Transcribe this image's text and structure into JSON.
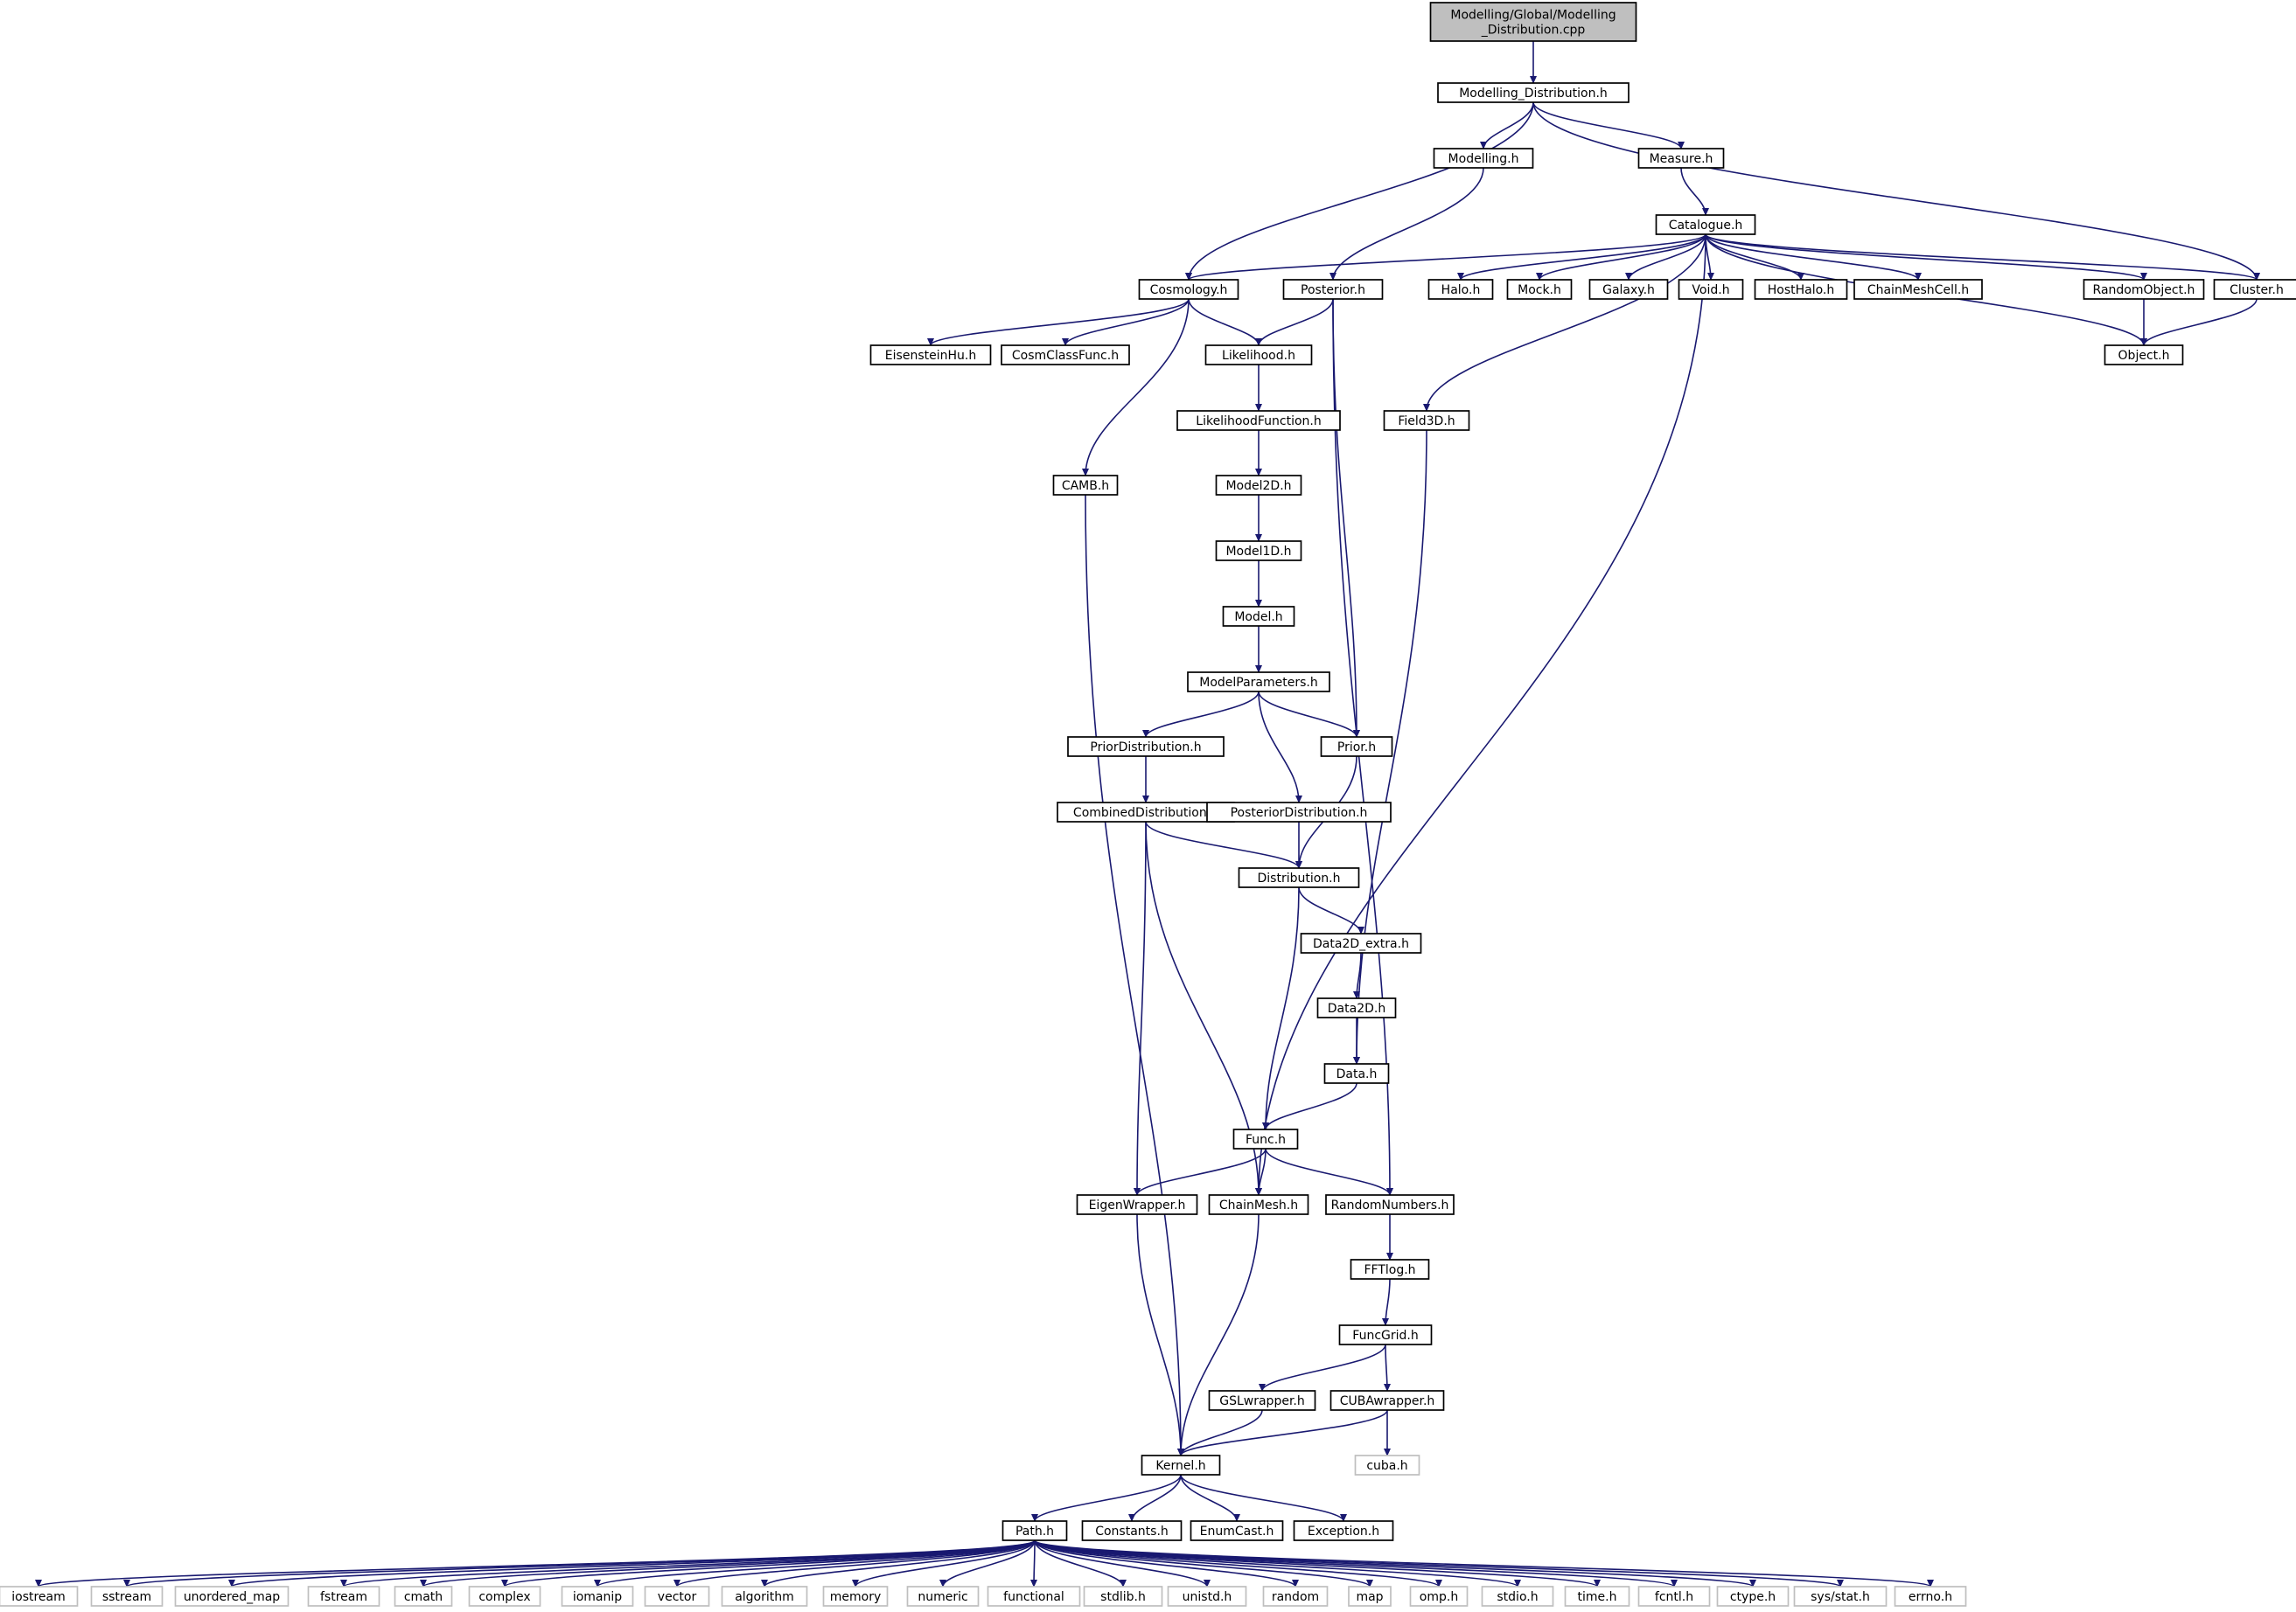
{
  "colors": {
    "edge": "#191970",
    "root_fill": "#bfbfbf",
    "node_stroke": "#000000",
    "external_stroke": "#bfbfbf"
  },
  "nodes": [
    {
      "id": "root",
      "lines": [
        "Modelling/Global/Modelling",
        "_Distribution.cpp"
      ],
      "kind": "root"
    },
    {
      "id": "modelling_distribution_h",
      "lines": [
        "Modelling_Distribution.h"
      ]
    },
    {
      "id": "modelling_h",
      "lines": [
        "Modelling.h"
      ]
    },
    {
      "id": "measure_h",
      "lines": [
        "Measure.h"
      ]
    },
    {
      "id": "catalogue_h",
      "lines": [
        "Catalogue.h"
      ]
    },
    {
      "id": "cosmology_h",
      "lines": [
        "Cosmology.h"
      ]
    },
    {
      "id": "posterior_h",
      "lines": [
        "Posterior.h"
      ]
    },
    {
      "id": "halo_h",
      "lines": [
        "Halo.h"
      ]
    },
    {
      "id": "mock_h",
      "lines": [
        "Mock.h"
      ]
    },
    {
      "id": "galaxy_h",
      "lines": [
        "Galaxy.h"
      ]
    },
    {
      "id": "void_h",
      "lines": [
        "Void.h"
      ]
    },
    {
      "id": "hosthalo_h",
      "lines": [
        "HostHalo.h"
      ]
    },
    {
      "id": "chainmeshcell_h",
      "lines": [
        "ChainMeshCell.h"
      ]
    },
    {
      "id": "randomobject_h",
      "lines": [
        "RandomObject.h"
      ]
    },
    {
      "id": "cluster_h",
      "lines": [
        "Cluster.h"
      ]
    },
    {
      "id": "eisensteinhu_h",
      "lines": [
        "EisensteinHu.h"
      ]
    },
    {
      "id": "cosmclassfunc_h",
      "lines": [
        "CosmClassFunc.h"
      ]
    },
    {
      "id": "likelihood_h",
      "lines": [
        "Likelihood.h"
      ]
    },
    {
      "id": "object_h",
      "lines": [
        "Object.h"
      ]
    },
    {
      "id": "field3d_h",
      "lines": [
        "Field3D.h"
      ]
    },
    {
      "id": "likelihoodfunction_h",
      "lines": [
        "LikelihoodFunction.h"
      ]
    },
    {
      "id": "camb_h",
      "lines": [
        "CAMB.h"
      ]
    },
    {
      "id": "model2d_h",
      "lines": [
        "Model2D.h"
      ]
    },
    {
      "id": "model1d_h",
      "lines": [
        "Model1D.h"
      ]
    },
    {
      "id": "model_h",
      "lines": [
        "Model.h"
      ]
    },
    {
      "id": "modelparameters_h",
      "lines": [
        "ModelParameters.h"
      ]
    },
    {
      "id": "priordistribution_h",
      "lines": [
        "PriorDistribution.h"
      ]
    },
    {
      "id": "prior_h",
      "lines": [
        "Prior.h"
      ]
    },
    {
      "id": "combineddistribution_h",
      "lines": [
        "CombinedDistribution.h"
      ]
    },
    {
      "id": "posteriordistribution_h",
      "lines": [
        "PosteriorDistribution.h"
      ]
    },
    {
      "id": "distribution_h",
      "lines": [
        "Distribution.h"
      ]
    },
    {
      "id": "data2d_extra_h",
      "lines": [
        "Data2D_extra.h"
      ]
    },
    {
      "id": "data2d_h",
      "lines": [
        "Data2D.h"
      ]
    },
    {
      "id": "data_h",
      "lines": [
        "Data.h"
      ]
    },
    {
      "id": "func_h",
      "lines": [
        "Func.h"
      ]
    },
    {
      "id": "eigenwrapper_h",
      "lines": [
        "EigenWrapper.h"
      ]
    },
    {
      "id": "chainmesh_h",
      "lines": [
        "ChainMesh.h"
      ]
    },
    {
      "id": "randomnumbers_h",
      "lines": [
        "RandomNumbers.h"
      ]
    },
    {
      "id": "fftlog_h",
      "lines": [
        "FFTlog.h"
      ]
    },
    {
      "id": "funcgrid_h",
      "lines": [
        "FuncGrid.h"
      ]
    },
    {
      "id": "gslwrapper_h",
      "lines": [
        "GSLwrapper.h"
      ]
    },
    {
      "id": "cubawrapper_h",
      "lines": [
        "CUBAwrapper.h"
      ]
    },
    {
      "id": "kernel_h",
      "lines": [
        "Kernel.h"
      ]
    },
    {
      "id": "cuba_h",
      "lines": [
        "cuba.h"
      ],
      "kind": "external"
    },
    {
      "id": "path_h",
      "lines": [
        "Path.h"
      ]
    },
    {
      "id": "constants_h",
      "lines": [
        "Constants.h"
      ]
    },
    {
      "id": "enumcast_h",
      "lines": [
        "EnumCast.h"
      ]
    },
    {
      "id": "exception_h",
      "lines": [
        "Exception.h"
      ]
    },
    {
      "id": "iostream",
      "lines": [
        "iostream"
      ],
      "kind": "external"
    },
    {
      "id": "sstream",
      "lines": [
        "sstream"
      ],
      "kind": "external"
    },
    {
      "id": "unordered_map",
      "lines": [
        "unordered_map"
      ],
      "kind": "external"
    },
    {
      "id": "fstream",
      "lines": [
        "fstream"
      ],
      "kind": "external"
    },
    {
      "id": "cmath",
      "lines": [
        "cmath"
      ],
      "kind": "external"
    },
    {
      "id": "complex",
      "lines": [
        "complex"
      ],
      "kind": "external"
    },
    {
      "id": "iomanip",
      "lines": [
        "iomanip"
      ],
      "kind": "external"
    },
    {
      "id": "vector",
      "lines": [
        "vector"
      ],
      "kind": "external"
    },
    {
      "id": "algorithm",
      "lines": [
        "algorithm"
      ],
      "kind": "external"
    },
    {
      "id": "memory",
      "lines": [
        "memory"
      ],
      "kind": "external"
    },
    {
      "id": "numeric",
      "lines": [
        "numeric"
      ],
      "kind": "external"
    },
    {
      "id": "functional",
      "lines": [
        "functional"
      ],
      "kind": "external"
    },
    {
      "id": "stdlib_h",
      "lines": [
        "stdlib.h"
      ],
      "kind": "external"
    },
    {
      "id": "unistd_h",
      "lines": [
        "unistd.h"
      ],
      "kind": "external"
    },
    {
      "id": "random",
      "lines": [
        "random"
      ],
      "kind": "external"
    },
    {
      "id": "map",
      "lines": [
        "map"
      ],
      "kind": "external"
    },
    {
      "id": "omp_h",
      "lines": [
        "omp.h"
      ],
      "kind": "external"
    },
    {
      "id": "stdio_h",
      "lines": [
        "stdio.h"
      ],
      "kind": "external"
    },
    {
      "id": "time_h",
      "lines": [
        "time.h"
      ],
      "kind": "external"
    },
    {
      "id": "fcntl_h",
      "lines": [
        "fcntl.h"
      ],
      "kind": "external"
    },
    {
      "id": "ctype_h",
      "lines": [
        "ctype.h"
      ],
      "kind": "external"
    },
    {
      "id": "sys_stat_h",
      "lines": [
        "sys/stat.h"
      ],
      "kind": "external"
    },
    {
      "id": "errno_h",
      "lines": [
        "errno.h"
      ],
      "kind": "external"
    }
  ],
  "edges": [
    [
      "root",
      "modelling_distribution_h"
    ],
    [
      "modelling_distribution_h",
      "cosmology_h"
    ],
    [
      "modelling_distribution_h",
      "modelling_h"
    ],
    [
      "modelling_distribution_h",
      "measure_h"
    ],
    [
      "modelling_distribution_h",
      "cluster_h"
    ],
    [
      "modelling_h",
      "posterior_h"
    ],
    [
      "measure_h",
      "catalogue_h"
    ],
    [
      "catalogue_h",
      "cosmology_h"
    ],
    [
      "catalogue_h",
      "field3d_h"
    ],
    [
      "catalogue_h",
      "halo_h"
    ],
    [
      "catalogue_h",
      "mock_h"
    ],
    [
      "catalogue_h",
      "galaxy_h"
    ],
    [
      "catalogue_h",
      "void_h"
    ],
    [
      "catalogue_h",
      "hosthalo_h"
    ],
    [
      "catalogue_h",
      "chainmeshcell_h"
    ],
    [
      "catalogue_h",
      "randomobject_h"
    ],
    [
      "catalogue_h",
      "cluster_h"
    ],
    [
      "catalogue_h",
      "object_h"
    ],
    [
      "catalogue_h",
      "chainmesh_h"
    ],
    [
      "cosmology_h",
      "eisensteinhu_h"
    ],
    [
      "cosmology_h",
      "cosmclassfunc_h"
    ],
    [
      "cosmology_h",
      "likelihood_h"
    ],
    [
      "cosmology_h",
      "camb_h"
    ],
    [
      "posterior_h",
      "likelihood_h"
    ],
    [
      "posterior_h",
      "prior_h"
    ],
    [
      "posterior_h",
      "randomnumbers_h"
    ],
    [
      "randomobject_h",
      "object_h"
    ],
    [
      "cluster_h",
      "object_h"
    ],
    [
      "likelihood_h",
      "likelihoodfunction_h"
    ],
    [
      "likelihoodfunction_h",
      "model2d_h"
    ],
    [
      "model2d_h",
      "model1d_h"
    ],
    [
      "model1d_h",
      "model_h"
    ],
    [
      "model_h",
      "modelparameters_h"
    ],
    [
      "modelparameters_h",
      "priordistribution_h"
    ],
    [
      "modelparameters_h",
      "prior_h"
    ],
    [
      "modelparameters_h",
      "posteriordistribution_h"
    ],
    [
      "priordistribution_h",
      "combineddistribution_h"
    ],
    [
      "prior_h",
      "distribution_h"
    ],
    [
      "posteriordistribution_h",
      "distribution_h"
    ],
    [
      "combineddistribution_h",
      "distribution_h"
    ],
    [
      "combineddistribution_h",
      "eigenwrapper_h"
    ],
    [
      "combineddistribution_h",
      "chainmesh_h"
    ],
    [
      "distribution_h",
      "data2d_extra_h"
    ],
    [
      "distribution_h",
      "func_h"
    ],
    [
      "data2d_extra_h",
      "data2d_h"
    ],
    [
      "data2d_h",
      "data_h"
    ],
    [
      "field3d_h",
      "data_h"
    ],
    [
      "data_h",
      "func_h"
    ],
    [
      "func_h",
      "eigenwrapper_h"
    ],
    [
      "func_h",
      "chainmesh_h"
    ],
    [
      "func_h",
      "randomnumbers_h"
    ],
    [
      "randomnumbers_h",
      "fftlog_h"
    ],
    [
      "fftlog_h",
      "funcgrid_h"
    ],
    [
      "funcgrid_h",
      "gslwrapper_h"
    ],
    [
      "funcgrid_h",
      "cubawrapper_h"
    ],
    [
      "gslwrapper_h",
      "kernel_h"
    ],
    [
      "cubawrapper_h",
      "kernel_h"
    ],
    [
      "cubawrapper_h",
      "cuba_h"
    ],
    [
      "eigenwrapper_h",
      "kernel_h"
    ],
    [
      "chainmesh_h",
      "kernel_h"
    ],
    [
      "camb_h",
      "kernel_h"
    ],
    [
      "kernel_h",
      "path_h"
    ],
    [
      "kernel_h",
      "constants_h"
    ],
    [
      "kernel_h",
      "enumcast_h"
    ],
    [
      "kernel_h",
      "exception_h"
    ],
    [
      "path_h",
      "iostream"
    ],
    [
      "path_h",
      "sstream"
    ],
    [
      "path_h",
      "unordered_map"
    ],
    [
      "path_h",
      "fstream"
    ],
    [
      "path_h",
      "cmath"
    ],
    [
      "path_h",
      "complex"
    ],
    [
      "path_h",
      "iomanip"
    ],
    [
      "path_h",
      "vector"
    ],
    [
      "path_h",
      "algorithm"
    ],
    [
      "path_h",
      "memory"
    ],
    [
      "path_h",
      "numeric"
    ],
    [
      "path_h",
      "functional"
    ],
    [
      "path_h",
      "stdlib_h"
    ],
    [
      "path_h",
      "unistd_h"
    ],
    [
      "path_h",
      "random"
    ],
    [
      "path_h",
      "map"
    ],
    [
      "path_h",
      "omp_h"
    ],
    [
      "path_h",
      "stdio_h"
    ],
    [
      "path_h",
      "time_h"
    ],
    [
      "path_h",
      "fcntl_h"
    ],
    [
      "path_h",
      "ctype_h"
    ],
    [
      "path_h",
      "sys_stat_h"
    ],
    [
      "path_h",
      "errno_h"
    ]
  ]
}
